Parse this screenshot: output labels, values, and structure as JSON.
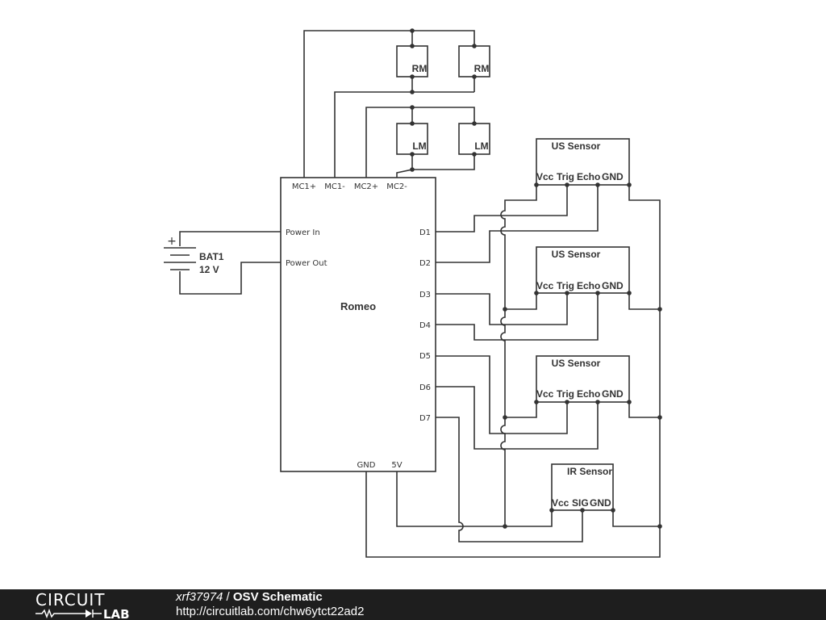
{
  "schematic": {
    "romeo": {
      "name": "Romeo",
      "top_pins": [
        "MC1+",
        "MC1-",
        "MC2+",
        "MC2-"
      ],
      "left_pins": [
        "Power In",
        "Power Out"
      ],
      "right_pins": [
        "D1",
        "D2",
        "D3",
        "D4",
        "D5",
        "D6",
        "D7"
      ],
      "bottom_pins": [
        "GND",
        "5V"
      ]
    },
    "battery": {
      "ref": "BAT1",
      "value": "12 V",
      "polarity": "+"
    },
    "motors": [
      "RM",
      "RM",
      "LM",
      "LM"
    ],
    "us_sensors": [
      {
        "title": "US Sensor",
        "pins": [
          "Vcc",
          "Trig",
          "Echo",
          "GND"
        ]
      },
      {
        "title": "US Sensor",
        "pins": [
          "Vcc",
          "Trig",
          "Echo",
          "GND"
        ]
      },
      {
        "title": "US Sensor",
        "pins": [
          "Vcc",
          "Trig",
          "Echo",
          "GND"
        ]
      }
    ],
    "ir_sensor": {
      "title": "IR Sensor",
      "pins": [
        "Vcc",
        "SIG",
        "GND"
      ]
    }
  },
  "footer": {
    "logo_top": "CIRCUIT",
    "logo_bottom": "LAB",
    "author": "xrf37974",
    "separator": " / ",
    "title": "OSV Schematic",
    "url": "http://circuitlab.com/chw6ytct22ad2"
  },
  "colors": {
    "ink": "#333333",
    "footer_bg": "#1e1e1e",
    "footer_text": "#ffffff"
  }
}
